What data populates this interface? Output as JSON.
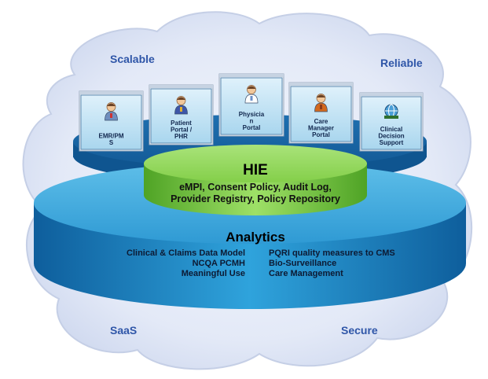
{
  "corners": {
    "top_left": "Scalable",
    "top_right": "Reliable",
    "bottom_left": "SaaS",
    "bottom_right": "Secure"
  },
  "modules": [
    {
      "lines": [
        "EMR/PM",
        "S"
      ],
      "icon": "stethoscope-person-icon"
    },
    {
      "lines": [
        "Patient",
        "Portal /",
        "PHR"
      ],
      "icon": "patient-person-icon"
    },
    {
      "lines": [
        "Physicia",
        "n",
        "Portal"
      ],
      "icon": "physician-person-icon"
    },
    {
      "lines": [
        "Care",
        "Manager",
        "Portal"
      ],
      "icon": "care-manager-person-icon"
    },
    {
      "lines": [
        "Clinical",
        "Decision",
        "Support"
      ],
      "icon": "globe-medical-icon"
    }
  ],
  "hie": {
    "title": "HIE",
    "line1": "eMPI, Consent Policy, Audit Log,",
    "line2": "Provider Registry, Policy Repository"
  },
  "analytics": {
    "title": "Analytics",
    "left_items": [
      "Clinical & Claims Data Model",
      "NCQA PCMH",
      "Meaningful Use"
    ],
    "right_items": [
      "PQRI quality measures to CMS",
      "Bio-Surveillance",
      "Care Management"
    ]
  },
  "colors": {
    "cloud_fill": "#e3e9f7",
    "platform_blue": "#2c93d0",
    "hie_green": "#7fcd45",
    "corner_text": "#2f56a8"
  }
}
